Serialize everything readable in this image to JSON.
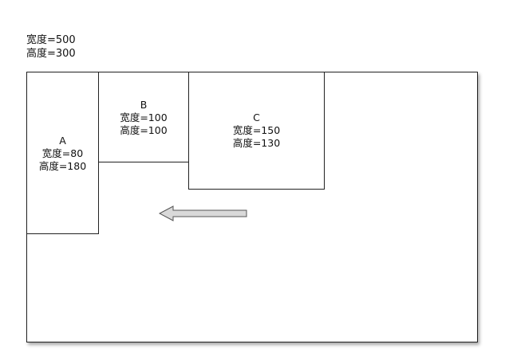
{
  "container": {
    "width_label": "宽度=500",
    "height_label": "高度=300"
  },
  "boxes": [
    {
      "name": "A",
      "width_label": "宽度=80",
      "height_label": "高度=180"
    },
    {
      "name": "B",
      "width_label": "宽度=100",
      "height_label": "高度=100"
    },
    {
      "name": "C",
      "width_label": "宽度=150",
      "height_label": "高度=130"
    }
  ],
  "arrow": {
    "direction": "left",
    "fill": "#d9d9d9",
    "stroke": "#555555"
  }
}
